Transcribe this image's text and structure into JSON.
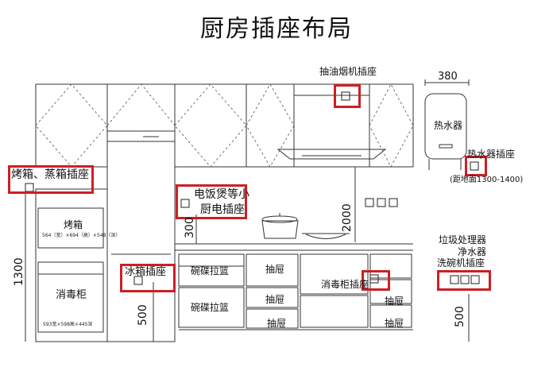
{
  "title": "厨房插座布局",
  "labels": {
    "oven_steamer_socket": "烤箱、蒸箱插座",
    "hood_socket": "抽油烟机插座",
    "water_heater_socket": "热水器插座",
    "water_heater_height": "(距地面1300-1400)",
    "water_heater": "热水器",
    "rice_cooker_socket_line1": "电饭煲等小",
    "rice_cooker_socket_line2": "厨电插座",
    "fridge_socket": "冰箱插座",
    "sterilizer_socket": "消毒柜插座",
    "disposal_line1": "垃圾处理器",
    "disposal_line2": "净水器",
    "disposal_line3": "洗碗机插座",
    "oven": "烤箱",
    "oven_dims": "564（宽）×694（高）×548（深）",
    "sterilizer": "消毒柜",
    "sterilizer_dims": "593宽×598高×445深",
    "dish_rack_1": "碗碟拉篮",
    "dish_rack_2": "碗碟拉篮",
    "drawer_1": "抽屉",
    "drawer_2": "抽屉",
    "drawer_3": "抽屉",
    "drawer_4": "抽屉",
    "drawer_5": "抽屉"
  },
  "dimensions": {
    "heater_width": "380",
    "cabinet_height": "1300",
    "fridge_socket_height": "500",
    "hood_height": "2000",
    "counter_offset": "300",
    "disposal_height": "500"
  },
  "colors": {
    "highlight": "#cc1f24",
    "line": "#333333",
    "dash": "#555555"
  }
}
